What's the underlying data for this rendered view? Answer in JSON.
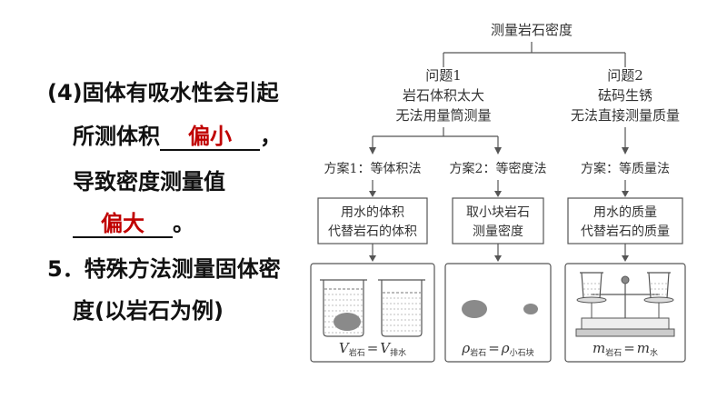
{
  "left": {
    "q4_line1": "(4)固体有吸水性会引起",
    "q4_line2_pre": "所测体积",
    "q4_ans1": "偏小",
    "q4_line2_post": "，",
    "q4_line3": "导致密度测量值",
    "q4_ans2": "偏大",
    "q4_line4_post": "。",
    "q5_line1": "5．特殊方法测量固体密",
    "q5_line2": "度(以岩石为例)"
  },
  "diagram": {
    "root": "测量岩石密度",
    "problem1": {
      "title": "问题1",
      "line1": "岩石体积太大",
      "line2": "无法用量筒测量"
    },
    "problem2": {
      "title": "问题2",
      "line1": "砝码生锈",
      "line2": "无法直接测量质量"
    },
    "plans": [
      "方案1：等体积法",
      "方案2：等密度法",
      "方案：等质量法"
    ],
    "methods": [
      {
        "line1": "用水的体积",
        "line2": "代替岩石的体积"
      },
      {
        "line1": "取小块岩石",
        "line2": "测量密度"
      },
      {
        "line1": "用水的质量",
        "line2": "代替岩石的质量"
      }
    ],
    "formulas": [
      {
        "lhs": "V",
        "lhs_sub": "岩石",
        "eq": "=",
        "rhs": "V",
        "rhs_sub": "排水"
      },
      {
        "lhs": "ρ",
        "lhs_sub": "岩石",
        "eq": "=",
        "rhs": "ρ",
        "rhs_sub": "小石块"
      },
      {
        "lhs": "m",
        "lhs_sub": "岩石",
        "eq": "=",
        "rhs": "m",
        "rhs_sub": "水"
      }
    ]
  },
  "colors": {
    "answer": "#c00000",
    "line": "#555555",
    "rock": "#8a8a8a"
  }
}
